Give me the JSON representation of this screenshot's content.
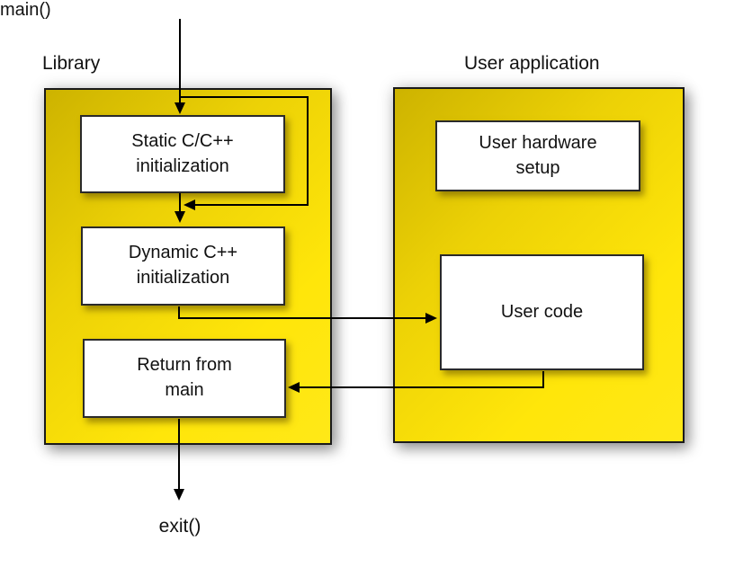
{
  "groups": {
    "library": {
      "label": "Library"
    },
    "user_application": {
      "label": "User application"
    }
  },
  "nodes": {
    "static_init": {
      "label": "Static C/C++\ninitialization"
    },
    "dynamic_init": {
      "label": "Dynamic C++\ninitialization"
    },
    "return_main": {
      "label": "Return from\nmain"
    },
    "hardware_setup": {
      "label": "User hardware\nsetup"
    },
    "user_code": {
      "label": "User code"
    }
  },
  "annotations": {
    "main": "main()",
    "exit": "exit()"
  },
  "flow": {
    "edges": [
      "entry -> static_init",
      "static_init -> static_init (loop)",
      "static_init -> dynamic_init",
      "dynamic_init -> user_code",
      "user_code -> return_main",
      "return_main -> exit"
    ]
  },
  "colors": {
    "container_fill_dark": "#cdb300",
    "container_fill_bright": "#ffe70d",
    "container_border": "#1a1a1a",
    "node_fill": "#ffffff",
    "node_border": "#2a2a2a",
    "arrow": "#000000",
    "text": "#111111",
    "background": "#ffffff"
  }
}
